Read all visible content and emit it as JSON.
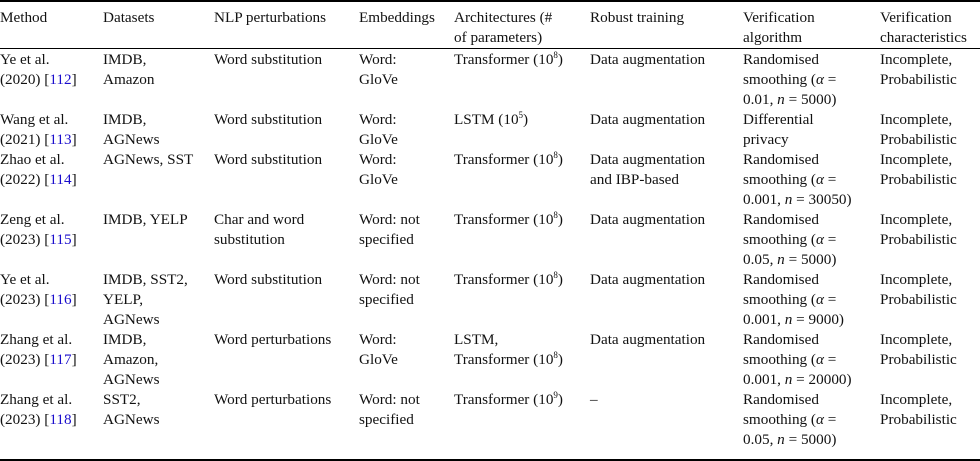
{
  "table": {
    "headers": [
      "Method",
      "Datasets",
      "NLP perturbations",
      "Embeddings",
      "Architectures (#\nof parameters)",
      "Robust training",
      "Verification\nalgorithm",
      "Verification\ncharacteristics"
    ],
    "link_color": "#1a0dcc",
    "rows": [
      {
        "method_author": "Ye et al.",
        "method_year": "(2020) [",
        "method_ref": "112",
        "datasets": "IMDB,\nAmazon",
        "perturbations": "Word substitution",
        "embeddings": "Word:\nGloVe",
        "arch_prefix": "",
        "arch_name": "Transformer (10",
        "arch_exp": "8",
        "arch_suffix": ")",
        "robust_training": "Data augmentation",
        "verif_line1": "Randomised",
        "verif_line2": "smoothing (",
        "alpha": "0.01",
        "n": "5000",
        "characteristics": "Incomplete,\nProbabilistic"
      },
      {
        "method_author": "Wang et al.",
        "method_year": "(2021) [",
        "method_ref": "113",
        "datasets": "IMDB,\nAGNews",
        "perturbations": "Word substitution",
        "embeddings": "Word:\nGloVe",
        "arch_prefix": "",
        "arch_name": "LSTM (10",
        "arch_exp": "5",
        "arch_suffix": ")",
        "robust_training": "Data augmentation",
        "verif_text": "Differential\nprivacy",
        "characteristics": "Incomplete,\nProbabilistic"
      },
      {
        "method_author": "Zhao et al.",
        "method_year": "(2022) [",
        "method_ref": "114",
        "datasets": "AGNews, SST",
        "perturbations": "Word substitution",
        "embeddings": "Word:\nGloVe",
        "arch_prefix": "",
        "arch_name": "Transformer (10",
        "arch_exp": "8",
        "arch_suffix": ")",
        "robust_training": "Data augmentation\nand IBP-based",
        "verif_line1": "Randomised",
        "verif_line2": "smoothing (",
        "alpha": "0.001",
        "n": "30050",
        "characteristics": "Incomplete,\nProbabilistic"
      },
      {
        "method_author": "Zeng et al.",
        "method_year": "(2023) [",
        "method_ref": "115",
        "datasets": "IMDB, YELP",
        "perturbations": "Char and word\nsubstitution",
        "embeddings": "Word: not\nspecified",
        "arch_prefix": "",
        "arch_name": "Transformer (10",
        "arch_exp": "8",
        "arch_suffix": ")",
        "robust_training": "Data augmentation",
        "verif_line1": "Randomised",
        "verif_line2": "smoothing (",
        "alpha": "0.05",
        "n": "5000",
        "characteristics": "Incomplete,\nProbabilistic"
      },
      {
        "method_author": "Ye et al.",
        "method_year": "(2023) [",
        "method_ref": "116",
        "datasets": "IMDB, SST2,\nYELP,\nAGNews",
        "perturbations": "Word substitution",
        "embeddings": "Word: not\nspecified",
        "arch_prefix": "",
        "arch_name": "Transformer (10",
        "arch_exp": "8",
        "arch_suffix": ")",
        "robust_training": "Data augmentation",
        "verif_line1": "Randomised",
        "verif_line2": "smoothing (",
        "alpha": "0.001",
        "n": "9000",
        "characteristics": "Incomplete,\nProbabilistic"
      },
      {
        "method_author": "Zhang et al.",
        "method_year": "(2023) [",
        "method_ref": "117",
        "datasets": "IMDB,\nAmazon,\nAGNews",
        "perturbations": "Word perturbations",
        "embeddings": "Word:\nGloVe",
        "arch_prefix": "LSTM,\n",
        "arch_name": "Transformer (10",
        "arch_exp": "8",
        "arch_suffix": ")",
        "robust_training": "Data augmentation",
        "verif_line1": "Randomised",
        "verif_line2": "smoothing (",
        "alpha": "0.001",
        "n": "20000",
        "characteristics": "Incomplete,\nProbabilistic"
      },
      {
        "method_author": "Zhang et al.",
        "method_year": "(2023) [",
        "method_ref": "118",
        "datasets": "SST2,\nAGNews",
        "perturbations": "Word perturbations",
        "embeddings": "Word: not\nspecified",
        "arch_prefix": "",
        "arch_name": "Transformer (10",
        "arch_exp": "9",
        "arch_suffix": ")",
        "robust_training": "–",
        "verif_line1": "Randomised",
        "verif_line2": "smoothing (",
        "alpha": "0.05",
        "n": "5000",
        "characteristics": "Incomplete,\nProbabilistic"
      }
    ],
    "symbols": {
      "alpha": "α",
      "eq": " =",
      "n": "n",
      "eq2": " = ",
      "comma": ", ",
      "close": ")",
      "close_bracket": "]"
    }
  }
}
